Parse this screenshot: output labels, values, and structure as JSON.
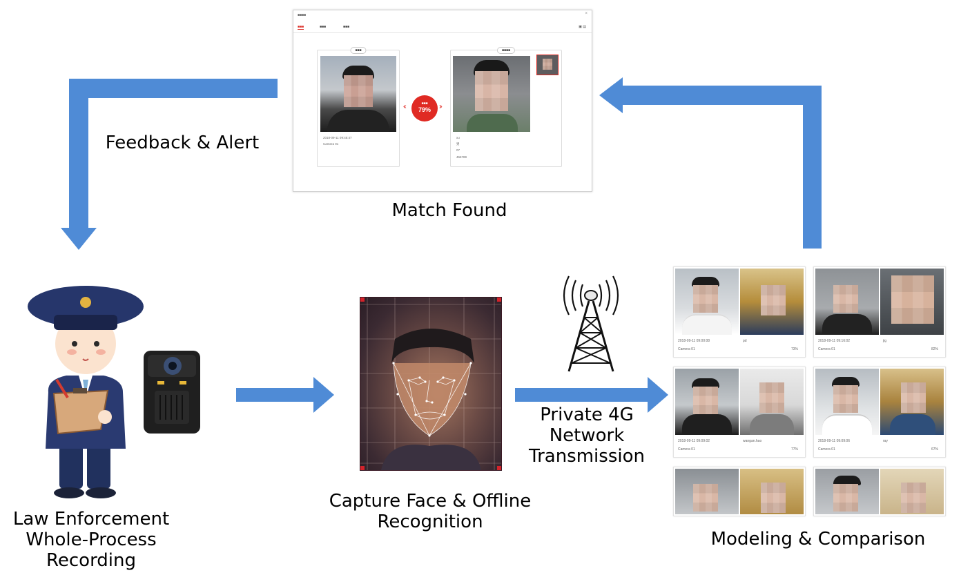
{
  "labels": {
    "feedback": "Feedback & Alert",
    "match_found": "Match Found",
    "law_enforcement_line1": "Law Enforcement",
    "law_enforcement_line2": "Whole-Process",
    "law_enforcement_line3": "Recording",
    "capture_line1": "Capture Face & Offline",
    "capture_line2": "Recognition",
    "network_line1": "Private 4G",
    "network_line2": "Network",
    "network_line3": "Transmission",
    "modeling": "Modeling & Comparison"
  },
  "match_window": {
    "similarity_score": "79%",
    "left_card_info": [
      "2018-09-11 09:45:47",
      "Camera 01"
    ],
    "right_card_info": [
      "xu",
      "男",
      "07",
      "456789"
    ]
  },
  "gallery": {
    "rows": [
      {
        "left_caption": "2018-09-11 09:00:08",
        "left_sub": "Camera 01",
        "right_name": "pd",
        "right_score": "73%"
      },
      {
        "left_caption": "2018-09-11 09:16:02",
        "left_sub": "Camera 01",
        "right_name": "jig",
        "right_score": "82%"
      },
      {
        "left_caption": "2018-09-11 09:09:02",
        "left_sub": "Camera 01",
        "right_name": "wangan.hao",
        "right_score": "77%"
      },
      {
        "left_caption": "2018-09-11 09:09:06",
        "left_sub": "Camera 01",
        "right_name": "ray",
        "right_score": "67%"
      }
    ]
  },
  "colors": {
    "arrow": "#4f8bd6",
    "alert_red": "#e02a23"
  }
}
